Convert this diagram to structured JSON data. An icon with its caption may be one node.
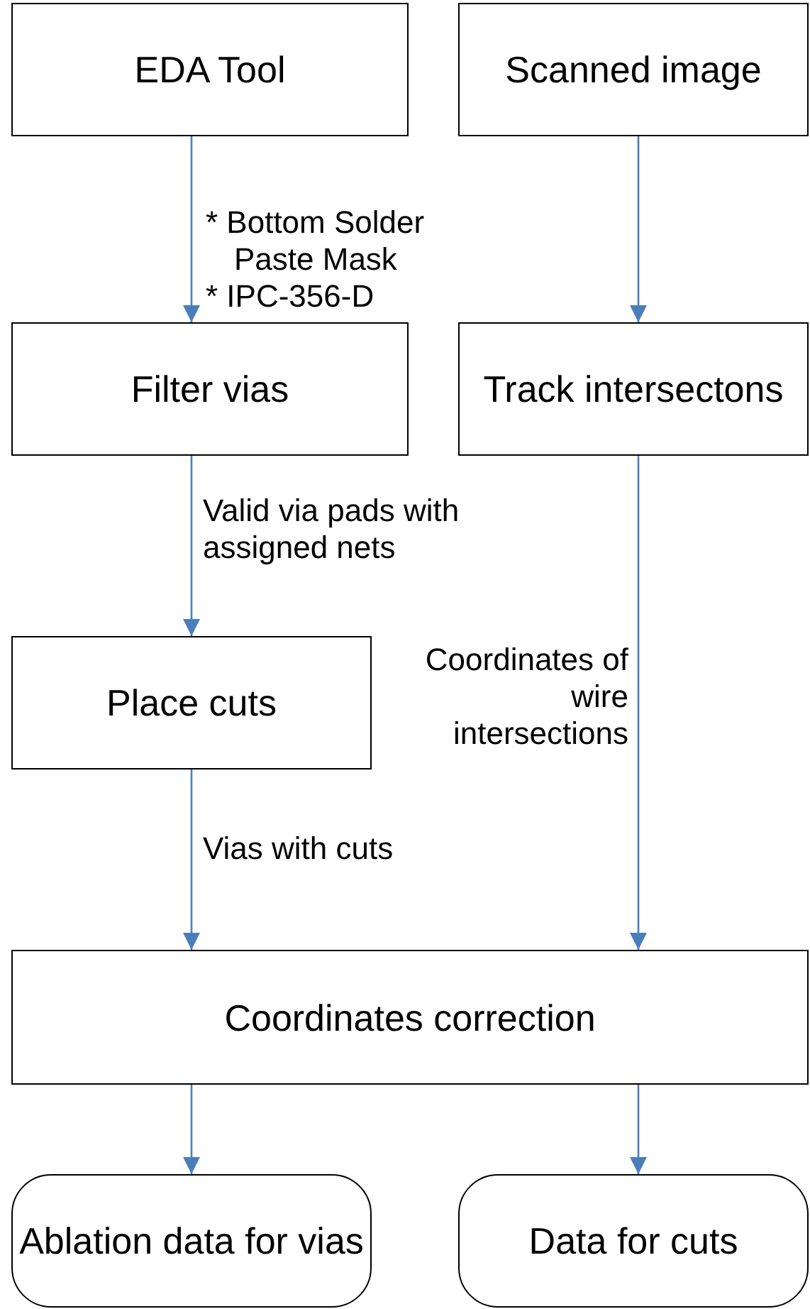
{
  "diagram": {
    "nodes": [
      {
        "text": [
          "EDA Tool"
        ]
      },
      {
        "text": [
          "Scanned image"
        ]
      },
      {
        "text": [
          "Filter vias"
        ]
      },
      {
        "text": [
          "Track intersectons"
        ]
      },
      {
        "text": [
          "Place cuts"
        ]
      },
      {
        "text": [
          "Coordinates correction"
        ]
      },
      {
        "text": [
          "Ablation data for vias"
        ]
      },
      {
        "text": [
          "Data for cuts"
        ]
      }
    ],
    "edges": [
      {
        "from": 0,
        "to": 2,
        "arrow": "to",
        "label": "* Bottom Solder Paste Mask * IPC-356-D"
      },
      {
        "from": 1,
        "to": 3,
        "arrow": "to"
      },
      {
        "from": 2,
        "to": 4,
        "arrow": "to",
        "label": "Valid via pads with assigned nets"
      },
      {
        "from": 3,
        "to": 5,
        "arrow": "to",
        "label": "Coordinates of wire intersections"
      },
      {
        "from": 4,
        "to": 5,
        "arrow": "to",
        "label": "Vias with cuts"
      },
      {
        "from": 5,
        "to": 6,
        "arrow": "to"
      },
      {
        "from": 5,
        "to": 7,
        "arrow": "to"
      }
    ]
  }
}
